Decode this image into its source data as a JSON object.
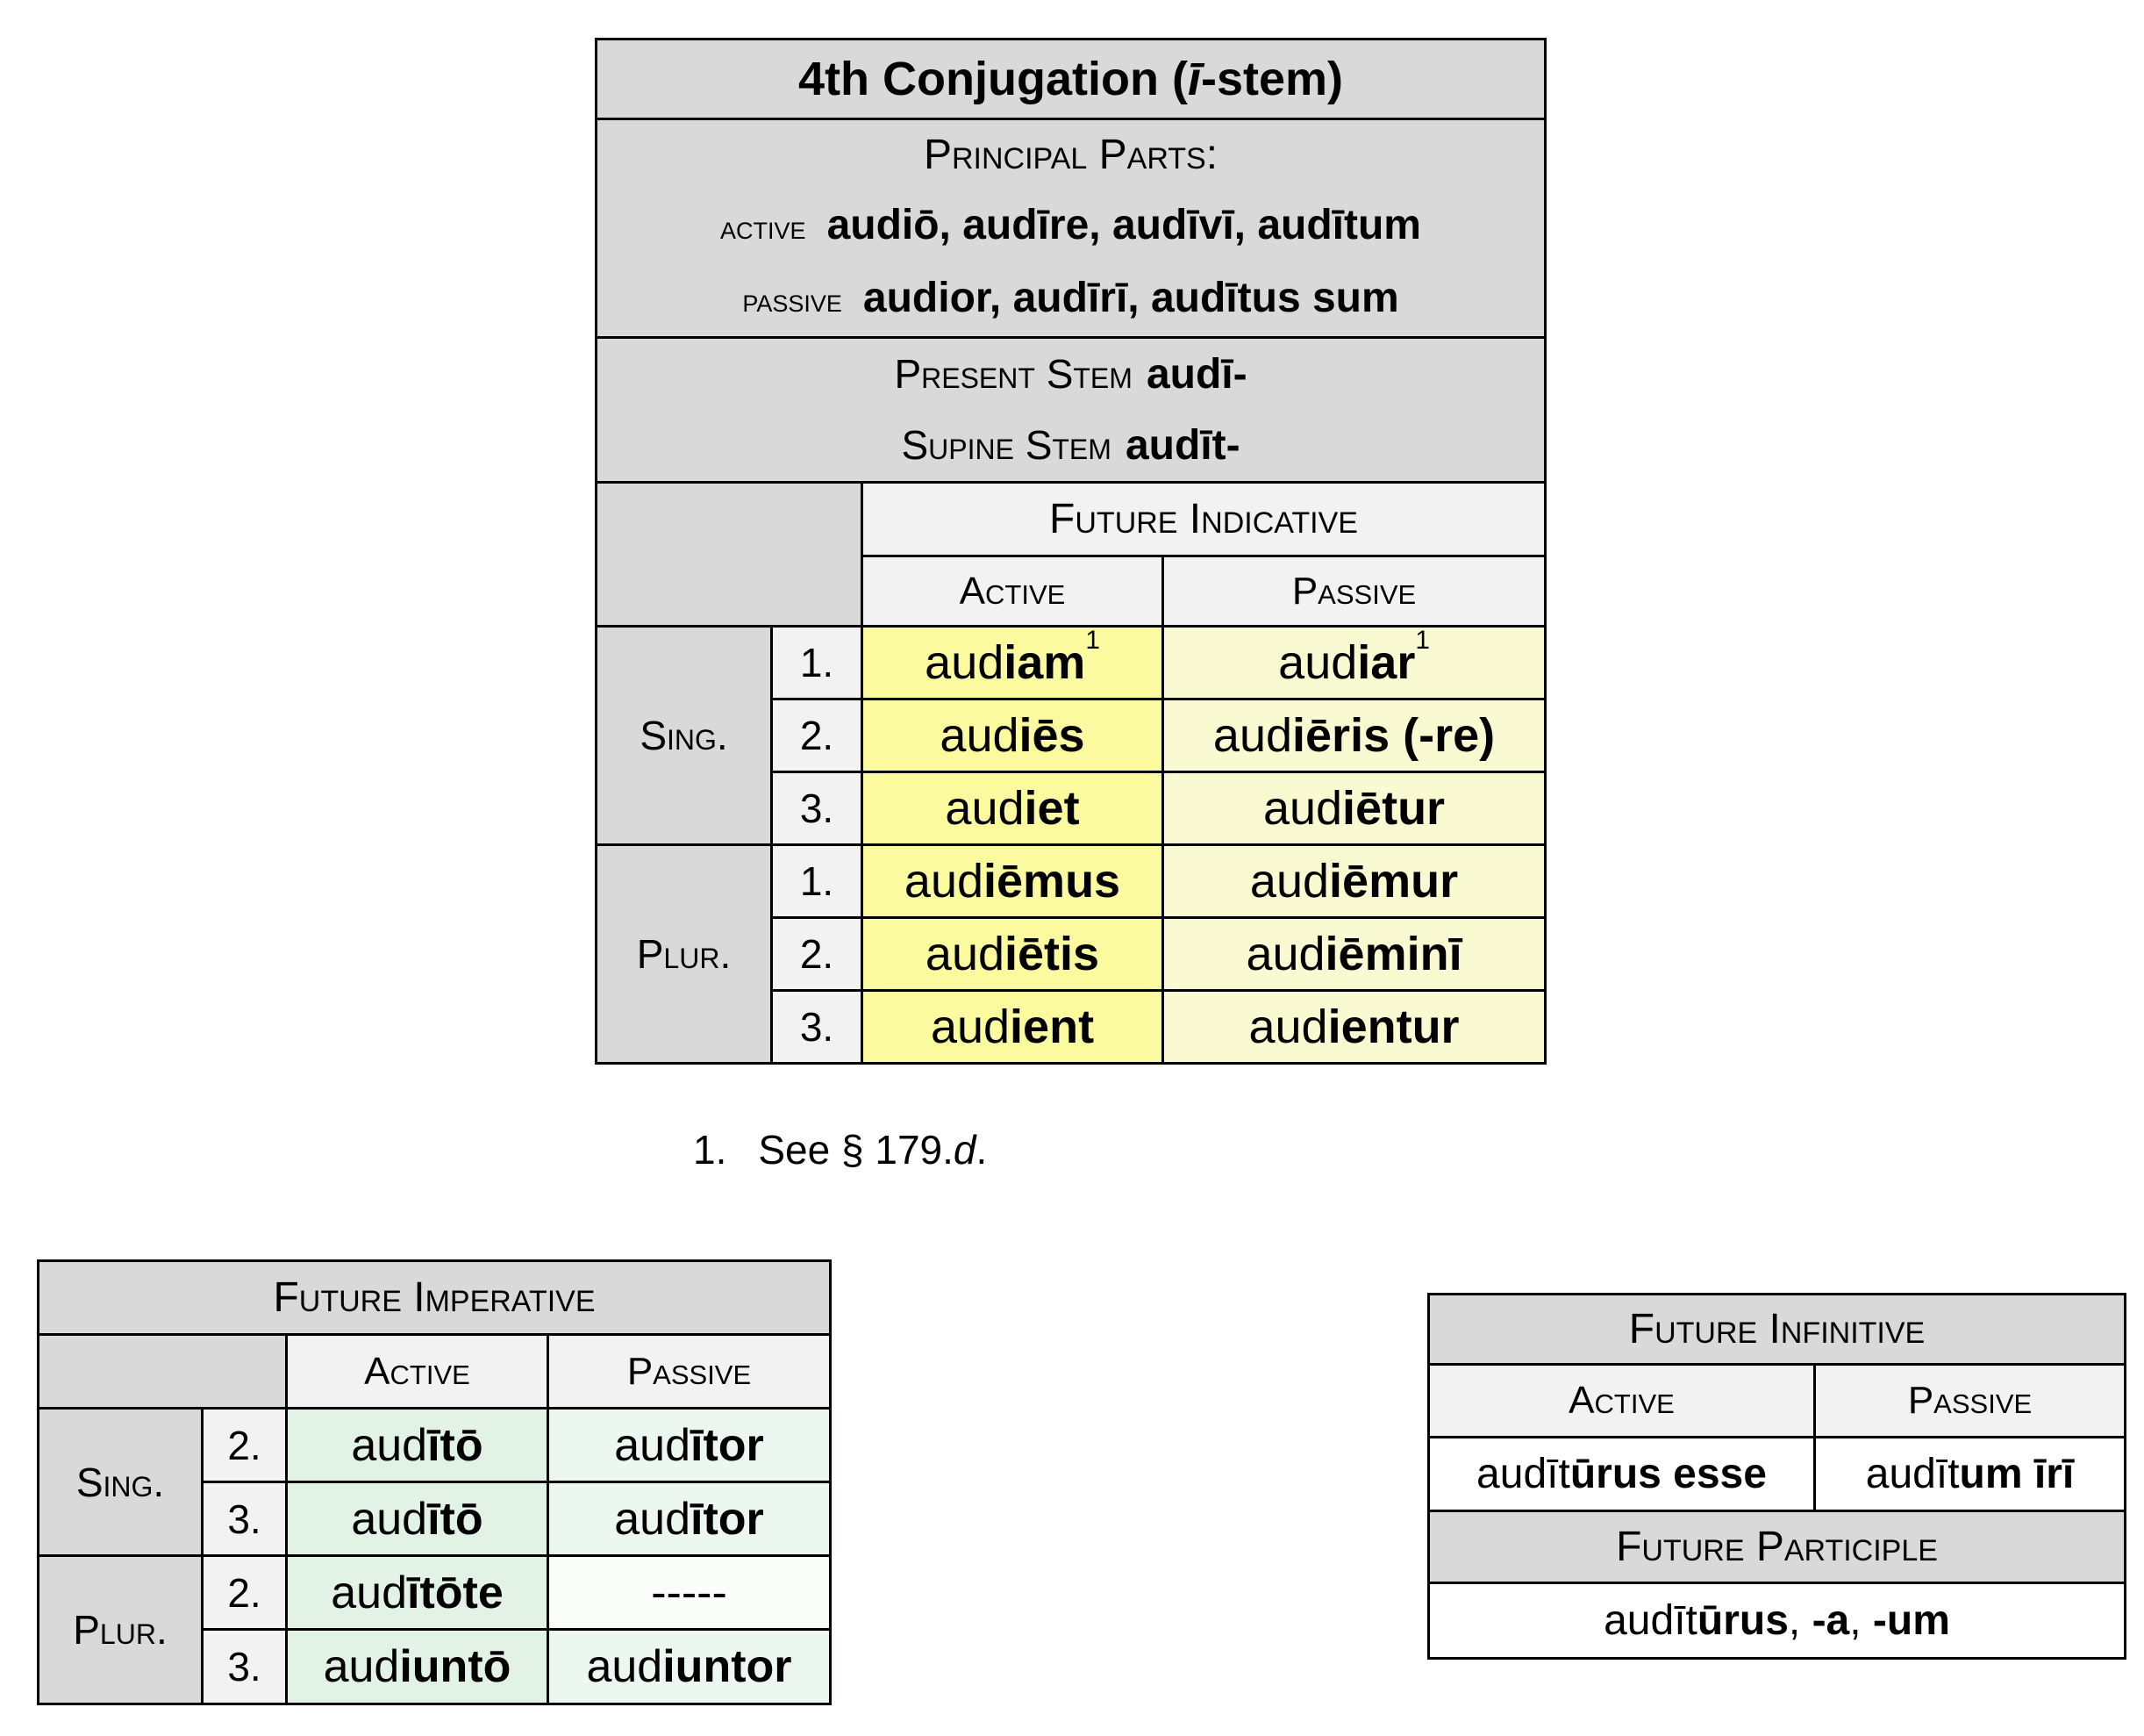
{
  "colors": {
    "header_grey": "#d9d9d9",
    "subheader_grey": "#f2f2f2",
    "indicative_active_bg": "#fbfa9e",
    "indicative_passive_bg": "#fafad2",
    "imperative_active_bg": "#e2f2e5",
    "imperative_passive_bg": "#ecf7ef",
    "empty_cell_bg": "#fbfdfb",
    "border": "#000000"
  },
  "main_table": {
    "title": [
      {
        "t": "4th Conjugation (",
        "b": 1
      },
      {
        "t": "ī",
        "b": 1,
        "i": 1
      },
      {
        "t": "-stem)",
        "b": 1
      }
    ],
    "principal_parts_heading": "Principal Parts:",
    "principal_parts": [
      {
        "voice": "active",
        "forms": [
          {
            "t": "audiō, audīre, audīvī, audītum",
            "b": 1
          }
        ]
      },
      {
        "voice": "passive",
        "forms": [
          {
            "t": "audior, audīrī, audītus sum",
            "b": 1
          }
        ]
      }
    ],
    "stems": [
      {
        "label": "Present Stem",
        "form": [
          {
            "t": "audī-",
            "b": 1
          }
        ]
      },
      {
        "label": "Supine Stem",
        "form": [
          {
            "t": "audīt-",
            "b": 1
          }
        ]
      }
    ],
    "mood_heading": "Future Indicative",
    "voice_headers": {
      "active": "Active",
      "passive": "Passive"
    },
    "groups": [
      {
        "label": "Sing.",
        "rows": [
          {
            "num": "1.",
            "active": [
              {
                "t": "aud"
              },
              {
                "t": "iam",
                "b": 1
              },
              {
                "t": "1",
                "sup": 1
              }
            ],
            "passive": [
              {
                "t": "aud"
              },
              {
                "t": "iar",
                "b": 1
              },
              {
                "t": "1",
                "sup": 1
              }
            ]
          },
          {
            "num": "2.",
            "active": [
              {
                "t": "aud"
              },
              {
                "t": "iēs",
                "b": 1
              }
            ],
            "passive": [
              {
                "t": "aud"
              },
              {
                "t": "iēris (-re)",
                "b": 1
              }
            ]
          },
          {
            "num": "3.",
            "active": [
              {
                "t": "aud"
              },
              {
                "t": "iet",
                "b": 1
              }
            ],
            "passive": [
              {
                "t": "aud"
              },
              {
                "t": "iētur",
                "b": 1
              }
            ]
          }
        ]
      },
      {
        "label": "Plur.",
        "rows": [
          {
            "num": "1.",
            "active": [
              {
                "t": "aud"
              },
              {
                "t": "iēmus",
                "b": 1
              }
            ],
            "passive": [
              {
                "t": "aud"
              },
              {
                "t": "iēmur",
                "b": 1
              }
            ]
          },
          {
            "num": "2.",
            "active": [
              {
                "t": "aud"
              },
              {
                "t": "iētis",
                "b": 1
              }
            ],
            "passive": [
              {
                "t": "aud"
              },
              {
                "t": "iēminī",
                "b": 1
              }
            ]
          },
          {
            "num": "3.",
            "active": [
              {
                "t": "aud"
              },
              {
                "t": "ient",
                "b": 1
              }
            ],
            "passive": [
              {
                "t": "aud"
              },
              {
                "t": "ientur",
                "b": 1
              }
            ]
          }
        ]
      }
    ]
  },
  "footnote": {
    "num": "1.",
    "text": [
      {
        "t": "See § 179."
      },
      {
        "t": "d",
        "i": 1
      },
      {
        "t": "."
      }
    ]
  },
  "imperative_table": {
    "title": "Future Imperative",
    "voice_headers": {
      "active": "Active",
      "passive": "Passive"
    },
    "groups": [
      {
        "label": "Sing.",
        "rows": [
          {
            "num": "2.",
            "active": [
              {
                "t": "aud"
              },
              {
                "t": "ītō",
                "b": 1
              }
            ],
            "passive": [
              {
                "t": "aud"
              },
              {
                "t": "ītor",
                "b": 1
              }
            ]
          },
          {
            "num": "3.",
            "active": [
              {
                "t": "aud"
              },
              {
                "t": "ītō",
                "b": 1
              }
            ],
            "passive": [
              {
                "t": "aud"
              },
              {
                "t": "ītor",
                "b": 1
              }
            ]
          }
        ]
      },
      {
        "label": "Plur.",
        "rows": [
          {
            "num": "2.",
            "active": [
              {
                "t": "aud"
              },
              {
                "t": "ītōte",
                "b": 1
              }
            ],
            "passive": [
              {
                "t": "-----"
              }
            ]
          },
          {
            "num": "3.",
            "active": [
              {
                "t": "aud"
              },
              {
                "t": "iuntō",
                "b": 1
              }
            ],
            "passive": [
              {
                "t": "aud"
              },
              {
                "t": "iuntor",
                "b": 1
              }
            ]
          }
        ]
      }
    ]
  },
  "infinitive_table": {
    "title": "Future Infinitive",
    "voice_headers": {
      "active": "Active",
      "passive": "Passive"
    },
    "active_form": [
      {
        "t": "audīt"
      },
      {
        "t": "ūrus esse",
        "b": 1
      }
    ],
    "passive_form": [
      {
        "t": "audīt"
      },
      {
        "t": "um īrī",
        "b": 1
      }
    ],
    "participle_heading": "Future Participle",
    "participle_form": [
      {
        "t": "audīt"
      },
      {
        "t": "ūrus",
        "b": 1
      },
      {
        "t": ", "
      },
      {
        "t": "-a",
        "b": 1
      },
      {
        "t": ", "
      },
      {
        "t": "-um",
        "b": 1
      }
    ]
  }
}
